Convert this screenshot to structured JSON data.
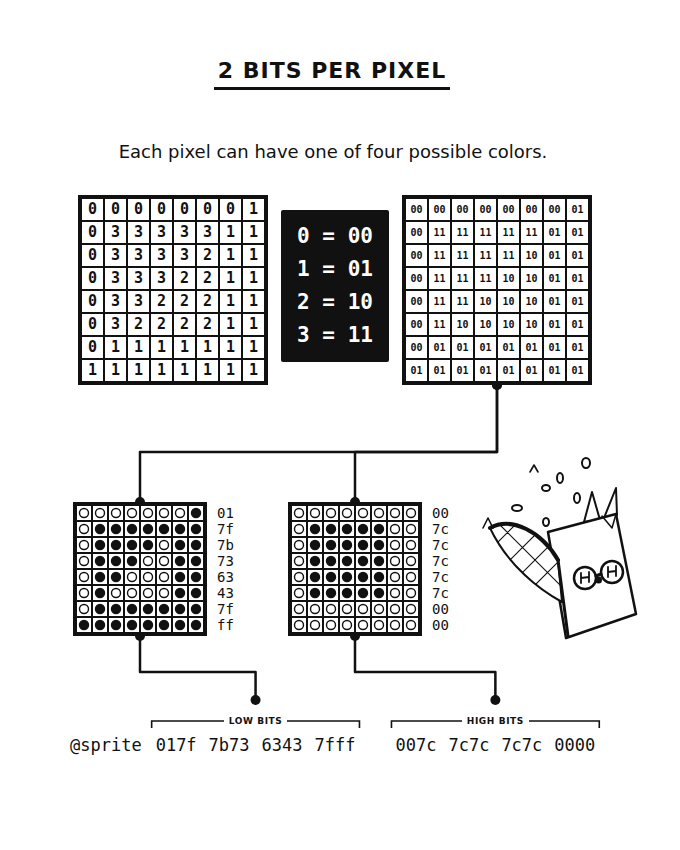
{
  "diagram": {
    "title": "2 BITS PER PIXEL",
    "nodes": [
      {
        "text": [
          "0",
          "0",
          "0",
          "0",
          "0",
          "0",
          "0",
          "1",
          "0",
          "3",
          "3",
          "3",
          "3",
          "3",
          "1",
          "1",
          "0",
          "3",
          "3",
          "3",
          "3",
          "2",
          "1",
          "1",
          "0",
          "3",
          "3",
          "3",
          "2",
          "2",
          "1",
          "1",
          "0",
          "3",
          "3",
          "2",
          "2",
          "2",
          "1",
          "1",
          "0",
          "3",
          "2",
          "2",
          "2",
          "2",
          "1",
          "1",
          "0",
          "1",
          "1",
          "1",
          "1",
          "1",
          "1",
          "1",
          "1",
          "1",
          "1",
          "1",
          "1",
          "1",
          "1",
          "1"
        ]
      },
      {
        "text": [
          "0 = 00",
          "1 = 01",
          "2 = 10",
          "3 = 11"
        ]
      },
      {
        "text": [
          "00",
          "00",
          "00",
          "00",
          "00",
          "00",
          "00",
          "01",
          "00",
          "11",
          "11",
          "11",
          "11",
          "11",
          "01",
          "01",
          "00",
          "11",
          "11",
          "11",
          "11",
          "10",
          "01",
          "01",
          "00",
          "11",
          "11",
          "11",
          "10",
          "10",
          "01",
          "01",
          "00",
          "11",
          "11",
          "10",
          "10",
          "10",
          "01",
          "01",
          "00",
          "11",
          "10",
          "10",
          "10",
          "10",
          "01",
          "01",
          "00",
          "01",
          "01",
          "01",
          "01",
          "01",
          "01",
          "01",
          "01",
          "01",
          "01",
          "01",
          "01",
          "01",
          "01",
          "01"
        ]
      },
      {
        "text": [
          "01",
          "7f",
          "7b",
          "73",
          "63",
          "43",
          "7f",
          "ff"
        ]
      },
      {
        "text": [
          "00",
          "7c",
          "7c",
          "7c",
          "7c",
          "7c",
          "00",
          "00"
        ]
      }
    ],
    "edges": [
      {
        "from": 2,
        "to": 3,
        "arrow": "none"
      },
      {
        "from": 2,
        "to": 4,
        "arrow": "none"
      }
    ],
    "labels": [
      "Each pixel can have one of four possible colors.",
      "LOW BITS",
      "HIGH BITS",
      "@sprite",
      "017f",
      "7b73",
      "6343",
      "7fff",
      "007c",
      "7c7c",
      "7c7c",
      "0000"
    ]
  }
}
